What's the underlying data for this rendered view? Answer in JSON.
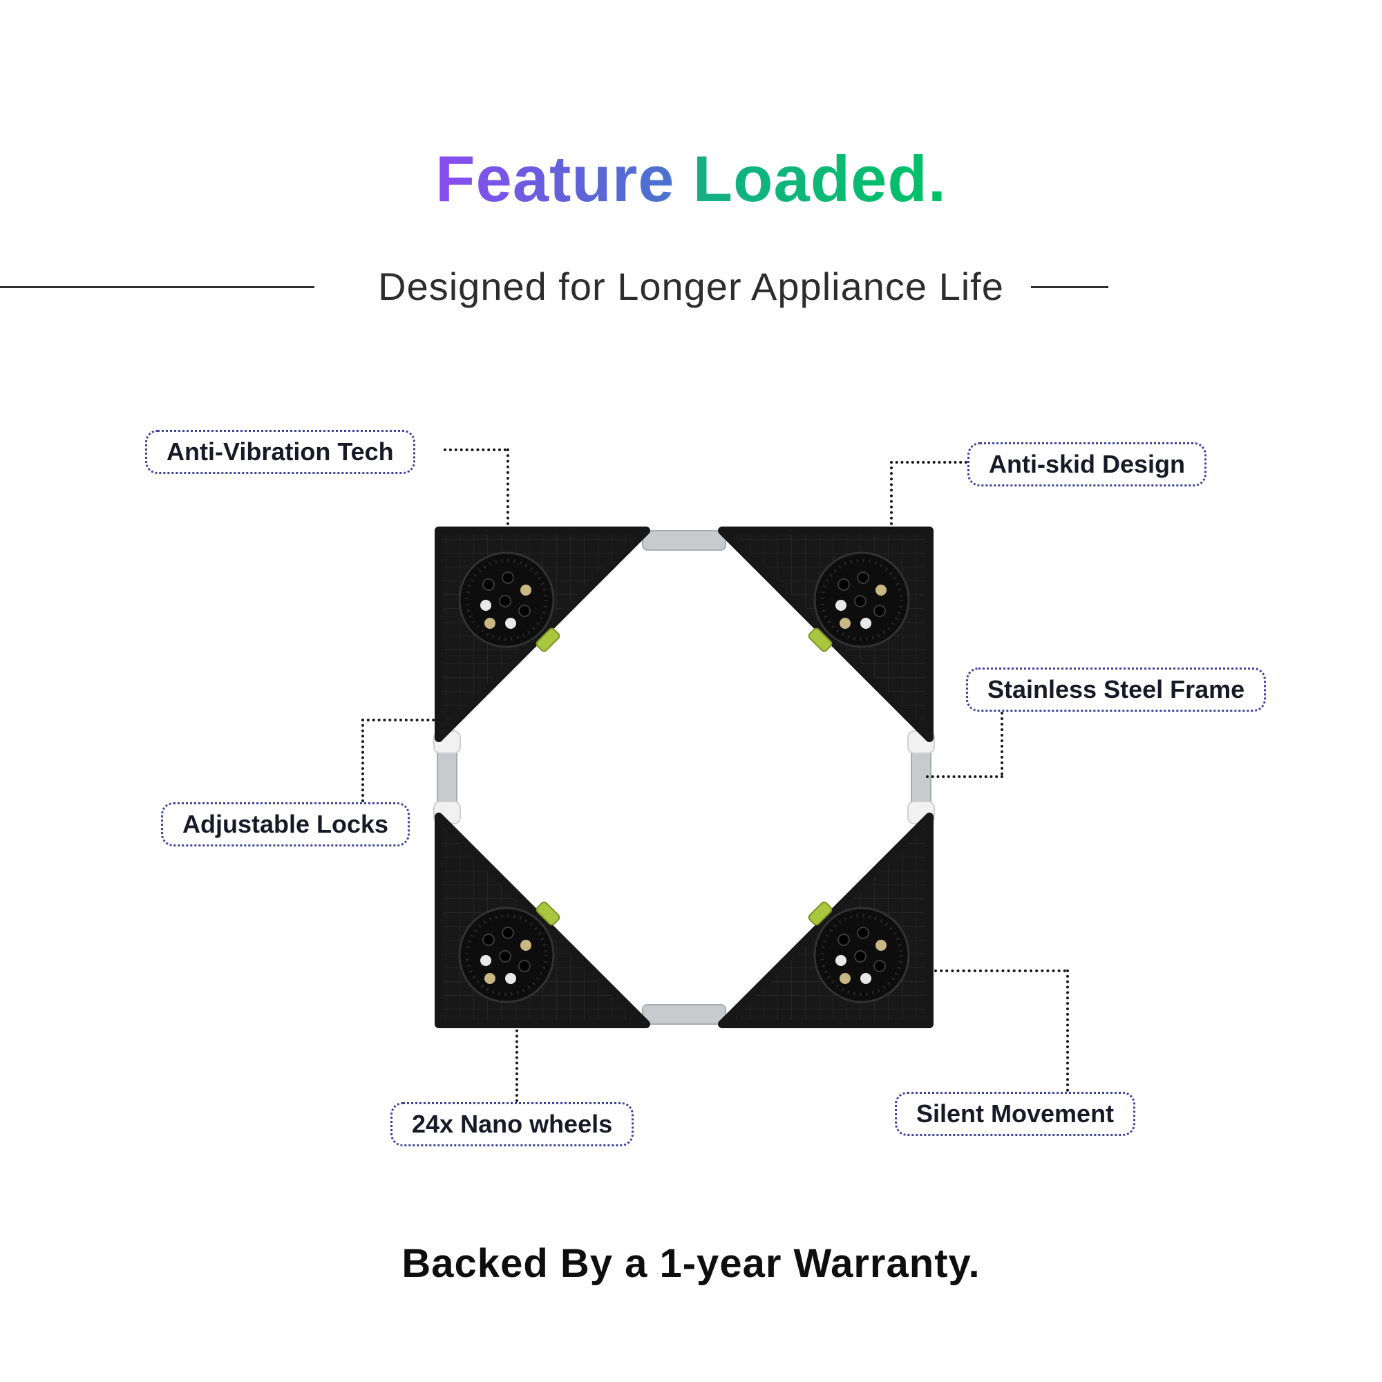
{
  "header": {
    "title_part1": "Feature",
    "title_part2": "Loaded.",
    "subtitle": "Designed for Longer Appliance Life"
  },
  "callouts": {
    "anti_vibration": "Anti-Vibration Tech",
    "anti_skid": "Anti-skid Design",
    "steel_frame": "Stainless Steel Frame",
    "adjustable_locks": "Adjustable Locks",
    "nano_wheels": "24x Nano wheels",
    "silent_movement": "Silent Movement"
  },
  "footer": {
    "warranty_text": "Backed By a 1-year Warranty."
  },
  "product": {
    "description": "adjustable appliance stand with four corner pads, steel tubes and lock clips"
  },
  "colors": {
    "title_gradient_purple": "#8A4CF0",
    "title_gradient_blue": "#4A74CF",
    "title_green": "#00C266",
    "subtitle_text": "#2D2D2D",
    "pill_border": "#4040A0",
    "pill_text": "#181827",
    "connector": "#161616",
    "stand_body": "#171717",
    "tube_gray": "#C8CBCD",
    "sleeve_white": "#F1F1F1",
    "lock_clip_green": "#A8C63E"
  }
}
